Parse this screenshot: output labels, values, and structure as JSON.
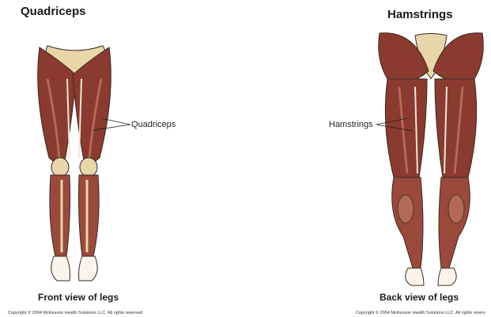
{
  "left": {
    "title": "Quadriceps",
    "label": "Quadriceps",
    "caption": "Front view of legs",
    "copyright": "Copyright © 2004 McKesson Health Solutions LLC. All rights reserved"
  },
  "right": {
    "title": "Hamstrings",
    "label": "Hamstrings",
    "caption": "Back view of legs",
    "copyright": "Copyright © 2004 McKesson Health Solutions LLC. All rights reserv"
  },
  "colors": {
    "muscle": "#8a3a2e",
    "muscle_light": "#b36a55",
    "bone": "#e8d6a8",
    "outline": "#3a2a22",
    "tendon": "#efe6d6"
  }
}
